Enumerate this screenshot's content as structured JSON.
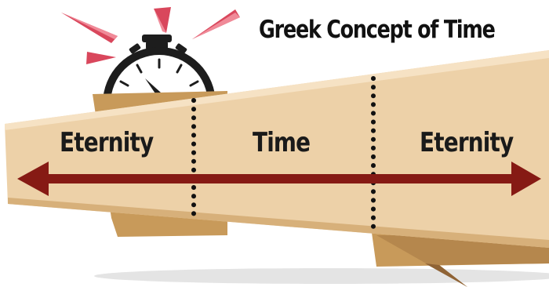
{
  "title": "Greek Concept of Time",
  "segments": [
    "Eternity",
    "Time",
    "Eternity"
  ],
  "colors": {
    "banner_light": "#edd1a8",
    "banner_shadow": "#c89a5a",
    "banner_fold": "#a87a44",
    "arrow": "#861a14",
    "burst": "#d9475c",
    "stopwatch": "#1d1d1d"
  },
  "icons": [
    "stopwatch-icon",
    "alarm-burst-icon",
    "double-arrow-icon"
  ]
}
